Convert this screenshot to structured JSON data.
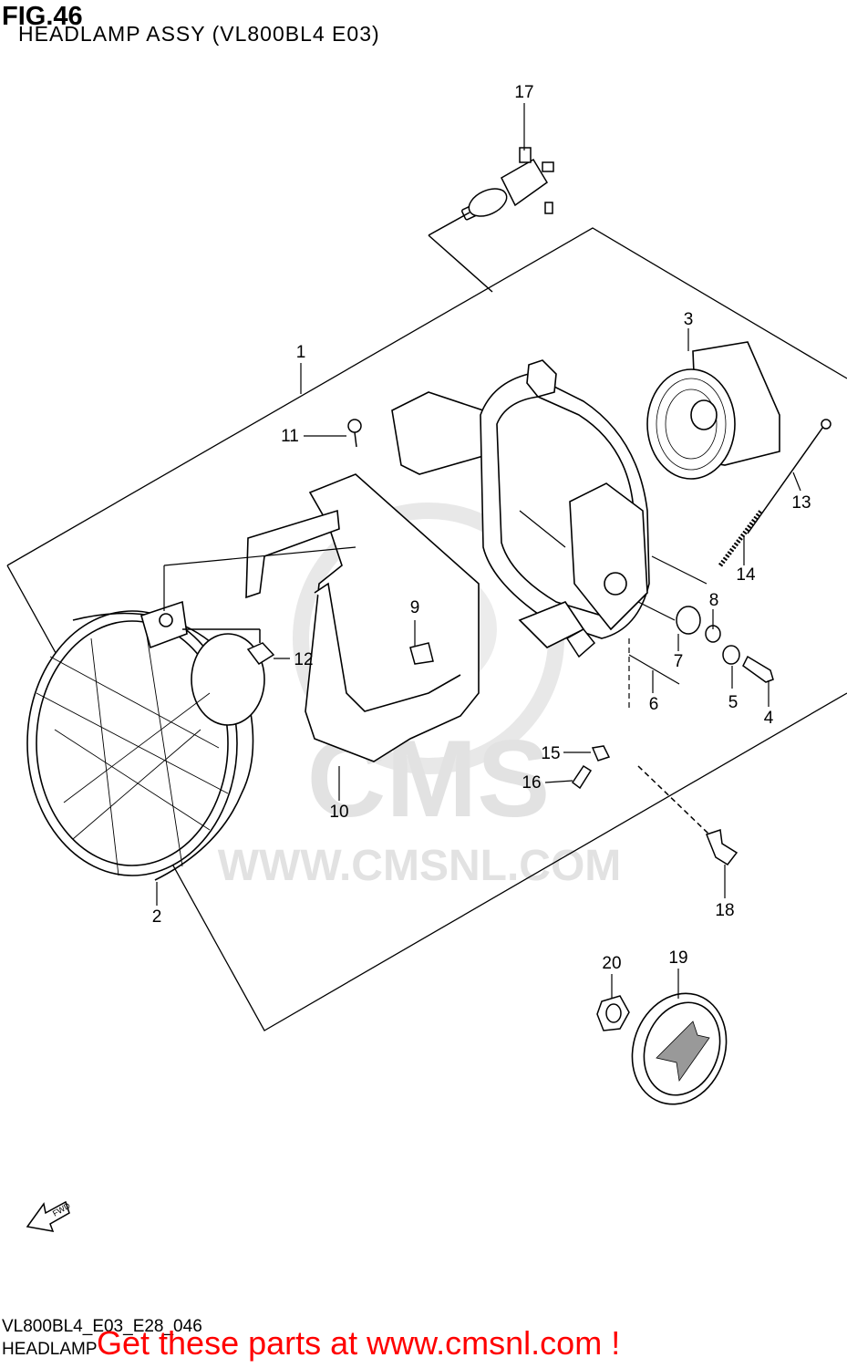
{
  "figure": {
    "number": "FIG.46",
    "title": "HEADLAMP ASSY (VL800BL4 E03)"
  },
  "watermark": {
    "logo_text": "CMS",
    "url": "WWW.CMSNL.COM"
  },
  "fwd_label": "FWD",
  "callouts": [
    {
      "id": "1",
      "label": "1"
    },
    {
      "id": "2",
      "label": "2"
    },
    {
      "id": "3",
      "label": "3"
    },
    {
      "id": "4",
      "label": "4"
    },
    {
      "id": "5",
      "label": "5"
    },
    {
      "id": "6",
      "label": "6"
    },
    {
      "id": "7",
      "label": "7"
    },
    {
      "id": "8",
      "label": "8"
    },
    {
      "id": "9",
      "label": "9"
    },
    {
      "id": "10",
      "label": "10"
    },
    {
      "id": "11",
      "label": "11"
    },
    {
      "id": "12",
      "label": "12"
    },
    {
      "id": "13",
      "label": "13"
    },
    {
      "id": "14",
      "label": "14"
    },
    {
      "id": "15",
      "label": "15"
    },
    {
      "id": "16",
      "label": "16"
    },
    {
      "id": "17",
      "label": "17"
    },
    {
      "id": "18",
      "label": "18"
    },
    {
      "id": "19",
      "label": "19"
    },
    {
      "id": "20",
      "label": "20"
    }
  ],
  "footer": {
    "diagram_code": "VL800BL4_E03_E28_046",
    "section_name": "HEADLAMP",
    "cta_text": "Get these parts at www.cmsnl.com !"
  },
  "colors": {
    "cta": "#ff0000",
    "watermark": "#e4e4e4",
    "line": "#000000"
  }
}
